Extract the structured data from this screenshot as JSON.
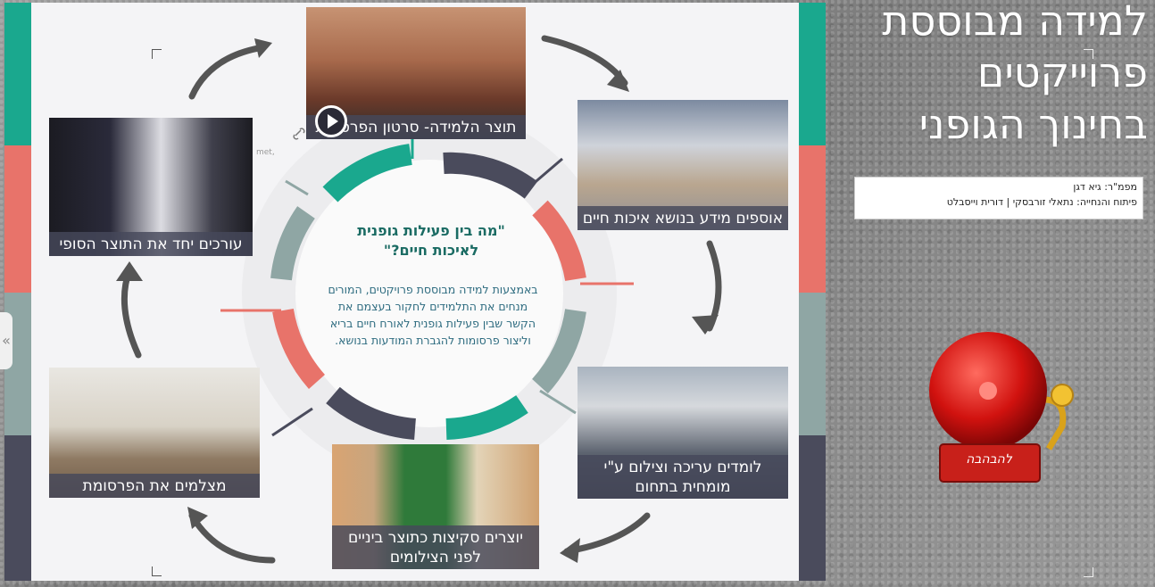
{
  "title_lines": [
    "למידה מבוססת",
    "פרוייקטים",
    "בחינוך הגופני"
  ],
  "credits": {
    "line1": "מפמ\"ר: גיא דגן",
    "line2": "פיתוח והנחייה: נתאלי זורבסקי  |  דורית וייסבלט"
  },
  "center": {
    "title": "\"מה בין פעילות גופנית לאיכות חיים?\"",
    "body": "באמצעות למידה מבוססת פרויקטים, המורים מנחים את התלמידים לחקור בעצמם את הקשר שבין פעילות גופנית לאורח חיים בריא וליצור פרסומות להגברת המודעות בנושא."
  },
  "steps": {
    "video_caption": "תוצר הלמידה- סרטון הפרסומת",
    "collect_caption": "אוספים מידע בנושא איכות חיים",
    "edit_learn_caption": "לומדים עריכה וצילום ע\"י מומחית בתחום",
    "sketch_caption": "יוצרים סקיצות כתוצר ביניים לפני הצילומים",
    "film_caption": "מצלמים את הפרסומת",
    "final_caption": "עורכים יחד את התוצר הסופי"
  },
  "bell_label": "להבהבה",
  "side_tab_glyph": "«",
  "watermark_fragment": "met,",
  "colors": {
    "teal": "#1aa88e",
    "coral": "#e8736a",
    "sage": "#8fa6a4",
    "slate": "#4a4b5c"
  }
}
